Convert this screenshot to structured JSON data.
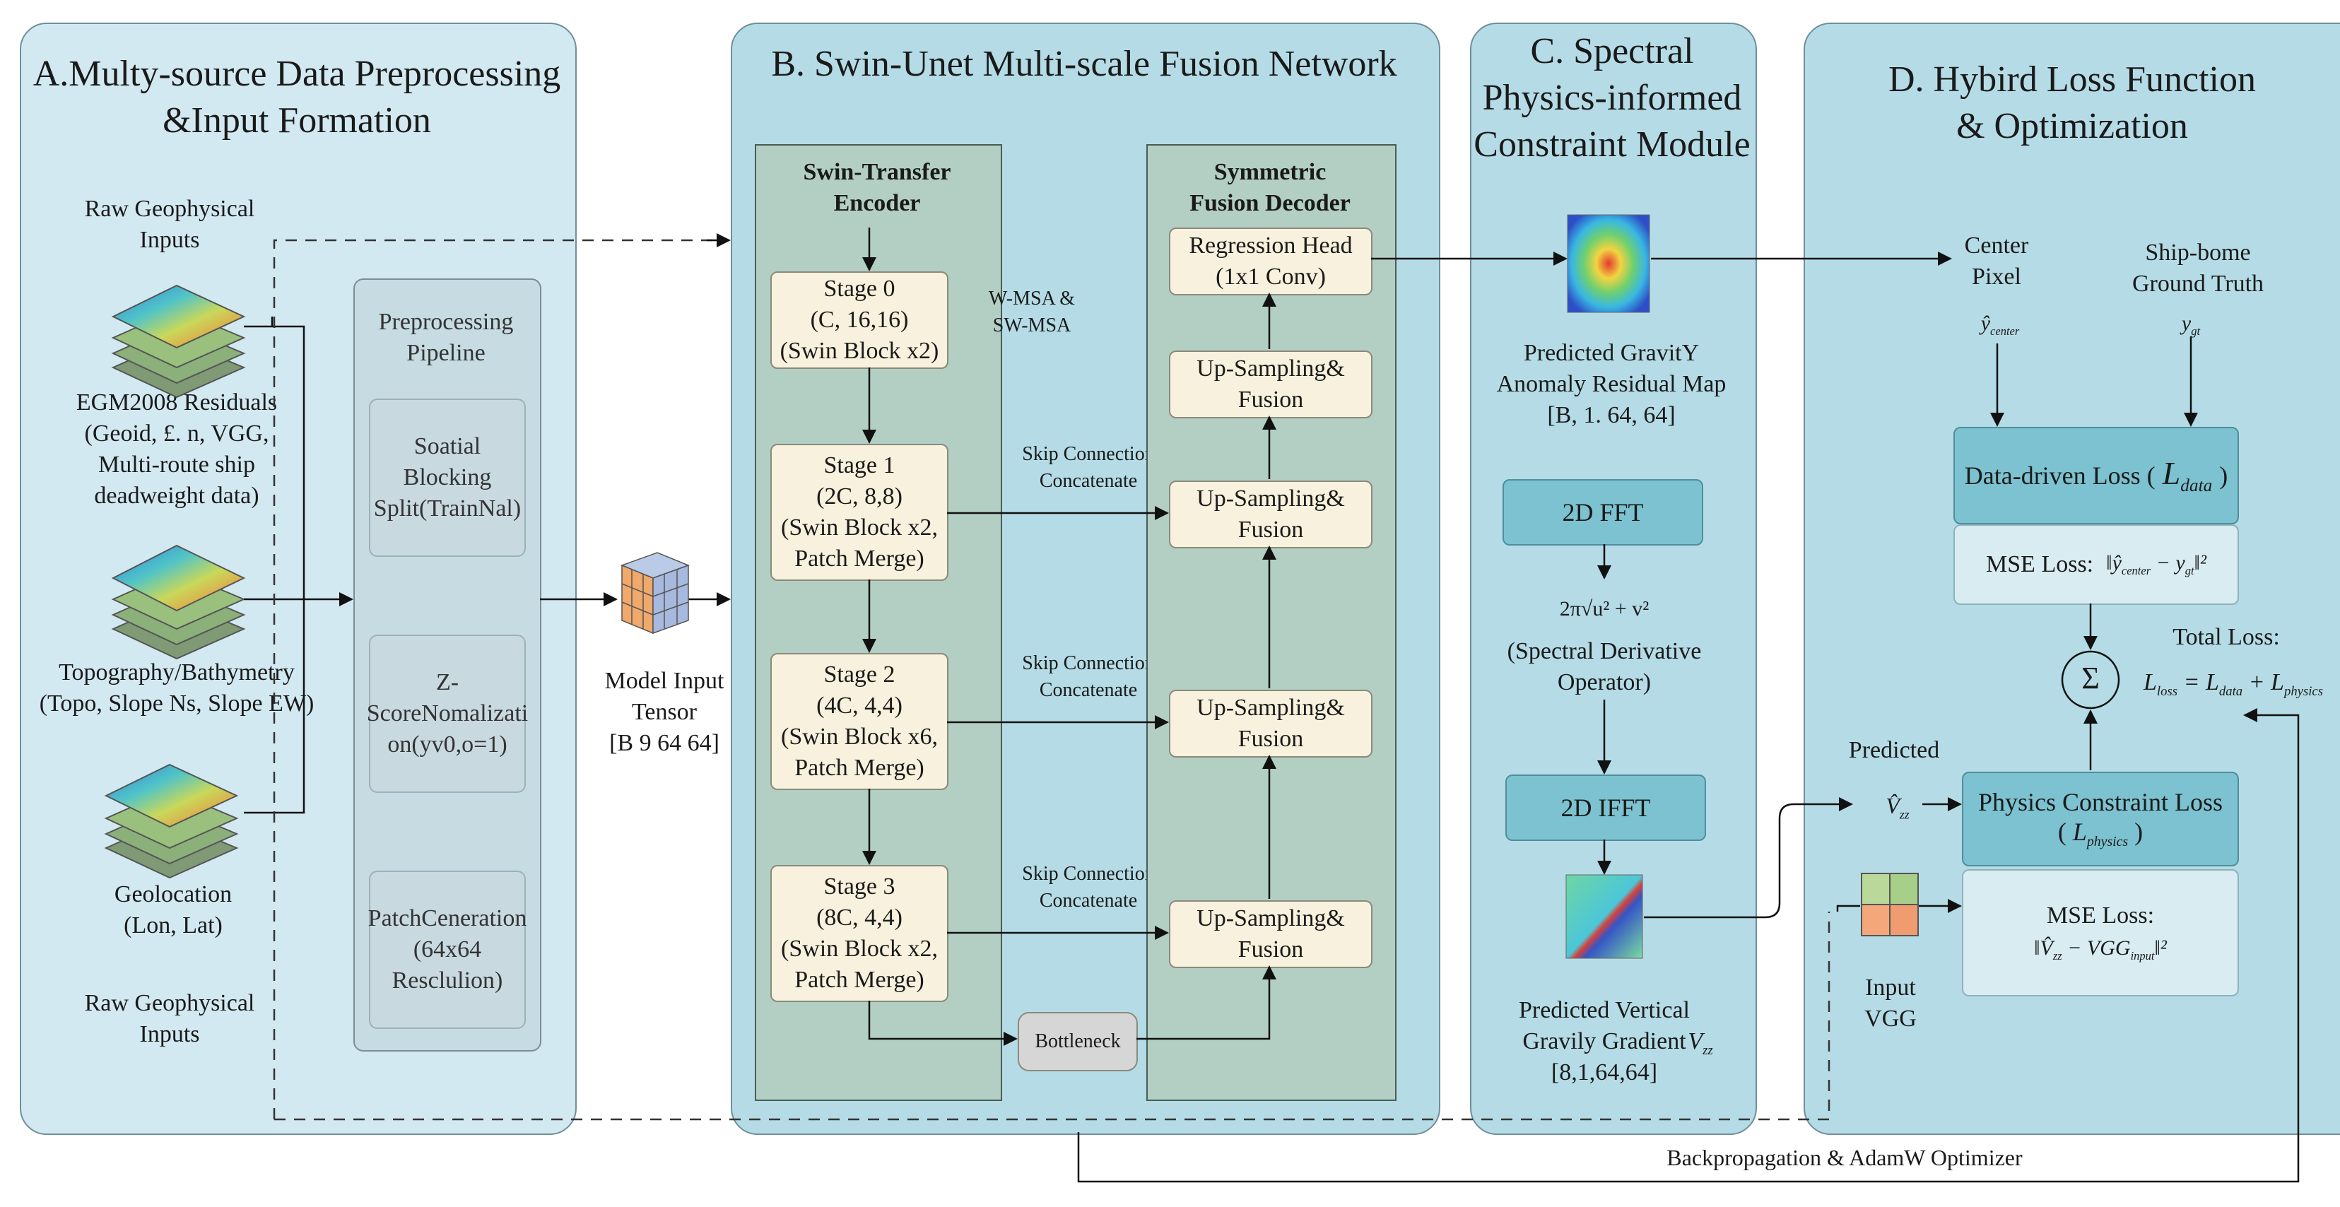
{
  "panels": {
    "a_title": "A.Multy-source Data Preprocessing\n&Input Formation",
    "b_title": "B. Swin-Unet Multi-scale Fusion Network",
    "c_title": "C. Spectral\nPhysics-informed\nConstraint Module",
    "d_title": "D. Hybird Loss Function\n& Optimization"
  },
  "inputs": {
    "raw_top": "Raw Geophysical\nInputs",
    "egm": "EGM2008 Residuals\n(Geoid, £. n, VGG,\nMulti-route ship\ndeadweight data)",
    "topo": "Topography/Bathymetry\n(Topo, Slope Ns, Slope EW)",
    "geo": "Geolocation\n(Lon, Lat)",
    "raw_bottom": "Raw Geophysical\nInputs"
  },
  "pipeline": {
    "title": "Preprocessing\nPipeline",
    "step1": "Soatial Blocking\nSplit(TrainNal)",
    "step2": "Z-\nScoreNomalizati\non(yv0,o=1)",
    "step3": "PatchCeneration\n(64x64\nResclulion)"
  },
  "model_input": "Model Input\nTensor\n[B 9 64 64]",
  "encoder": {
    "title": "Swin-Transfer\nEncoder",
    "stage0": "Stage 0\n(C, 16,16)\n(Swin Block x2)",
    "stage1": "Stage 1\n(2C, 8,8)\n(Swin Block x2,\nPatch Merge)",
    "stage2": "Stage 2\n(4C, 4,4)\n(Swin Block x6,\nPatch Merge)",
    "stage3": "Stage 3\n(8C, 4,4)\n(Swin Block x2,\nPatch Merge)",
    "wmsa": "W-MSA &\nSW-MSA"
  },
  "skip": {
    "s1": "Skip Connection\nConcatenate",
    "s2": "Skip Connection\nConcatenate",
    "s3": "Skip Connection\nConcatenate"
  },
  "decoder": {
    "title": "Symmetric\nFusion Decoder",
    "head": "Regression Head\n(1x1 Conv)",
    "up0": "Up-Sampling&\nFusion",
    "up1": "Up-Sampling&\nFusion",
    "up2": "Up-Sampling&\nFusion",
    "up3": "Up-Sampling&\nFusion"
  },
  "bottleneck": "Bottleneck",
  "spectral": {
    "pred_map": "Predicted GravitY\nAnomaly Residual Map\n[B, 1. 64, 64]",
    "fft": "2D FFT",
    "operator_formula": "2π√u² + v²",
    "operator_label": "(Spectral Derivative\nOperator)",
    "ifft": "2D IFFT",
    "pred_vgg": "Predicted Vertical\nGravily Gradient",
    "pred_vgg_symbol": "V",
    "pred_vgg_shape": "[8,1,64,64]"
  },
  "loss": {
    "center_pixel": "Center\nPixel",
    "center_symbol": "ŷ",
    "center_sub": "center",
    "ship": "Ship-bome\nGround Truth",
    "gt_symbol": "y",
    "gt_sub": "gt",
    "data_loss": "Data-driven Loss (",
    "data_loss_symbol": "L",
    "data_loss_sub": "data",
    "mse1_label": "MSE Loss:",
    "total_label": "Total Loss:",
    "sigma": "Σ",
    "predicted": "Predicted",
    "physics_loss": "Physics Constraint Loss",
    "physics_symbol": "L",
    "physics_sub": "physics",
    "mse2_label": "MSE Loss:",
    "input_vgg": "Input\nVGG",
    "vgg_text": "VGG",
    "vgg_sub": "input",
    "loss_sub": "loss",
    "zz_sub": "zz"
  },
  "backprop": "Backpropagation & AdamW Optimizer",
  "colors": {
    "panel_a": "#d3e9f1",
    "panel_bcd": "#b5dce6",
    "column": "#b3cfc4",
    "box": "#f8f1dd",
    "teal": "#7cc2d0"
  }
}
